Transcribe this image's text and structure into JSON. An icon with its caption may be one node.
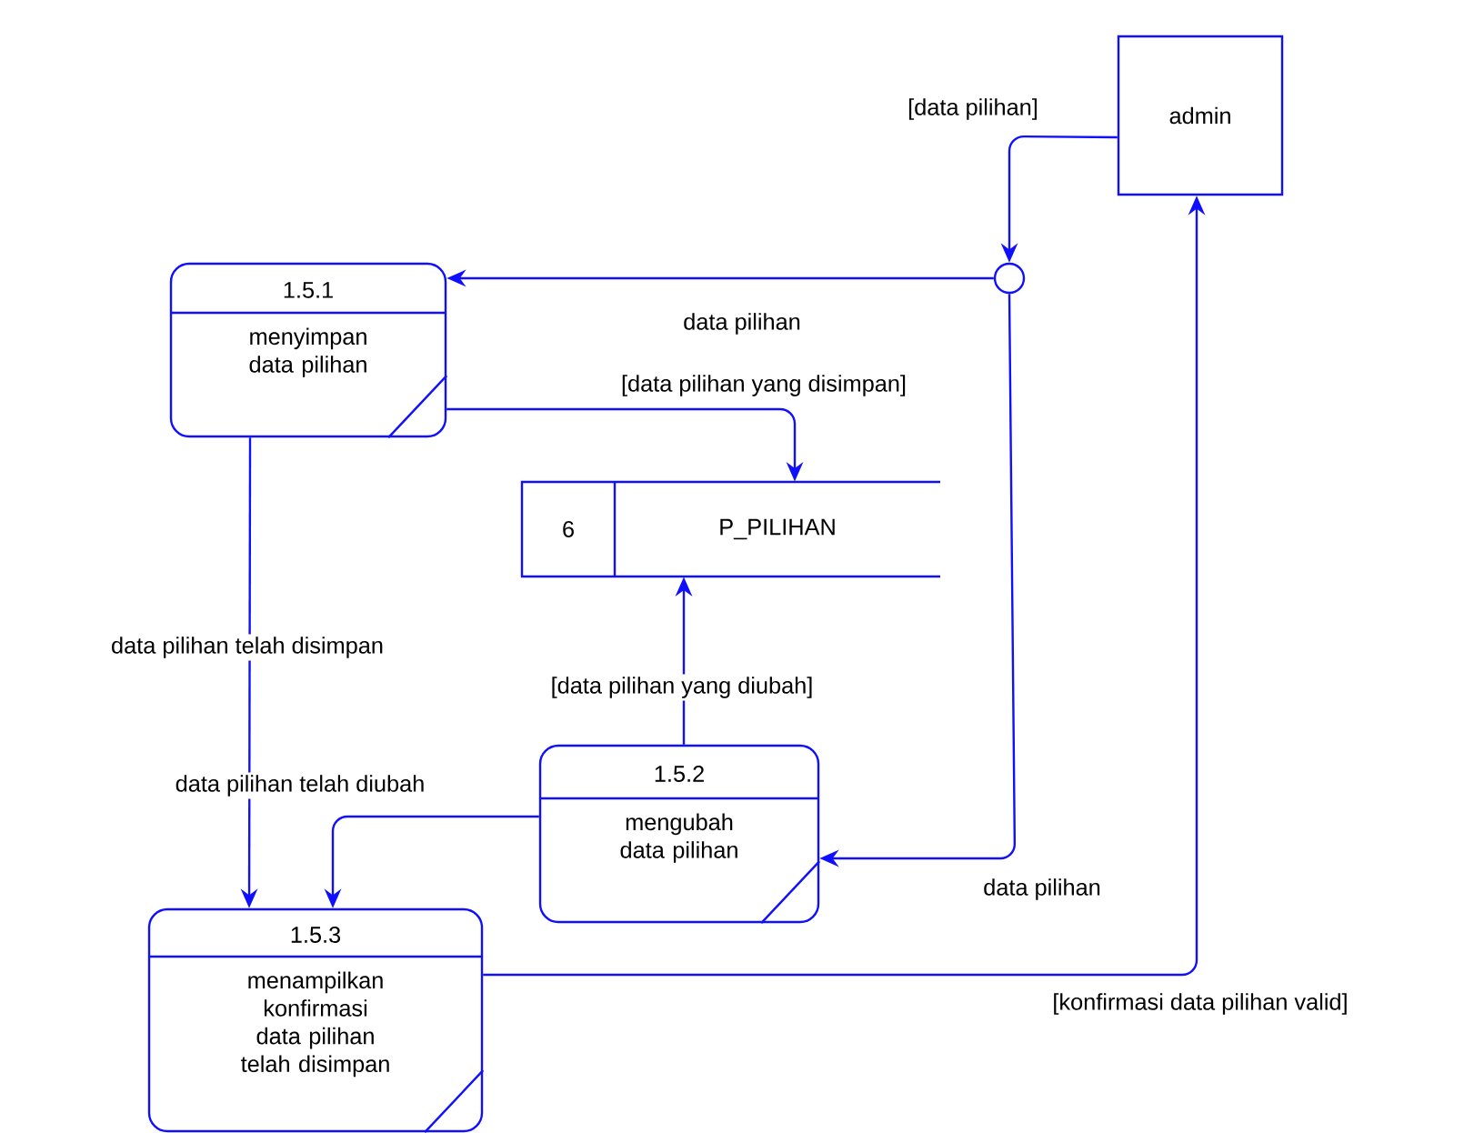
{
  "diagram": {
    "nodes": [
      {
        "text": [
          "admin"
        ]
      },
      {
        "text": [],
        "shape": "circle"
      },
      {
        "text": [
          "1.5.1",
          "menyimpan data pilihan"
        ]
      },
      {
        "text": [
          "6",
          "P_PILIHAN"
        ]
      },
      {
        "text": [
          "1.5.2",
          "mengubah data pilihan"
        ]
      },
      {
        "text": [
          "1.5.3",
          "menampilkan konfirmasi data pilihan telah disimpan"
        ]
      }
    ],
    "edges": [
      {
        "from": 0,
        "to": 1,
        "arrow": "to",
        "label": "[data pilihan]"
      },
      {
        "from": 1,
        "to": 2,
        "arrow": "to",
        "label": "data pilihan"
      },
      {
        "from": 1,
        "to": 4,
        "arrow": "to",
        "label": "data pilihan"
      },
      {
        "from": 2,
        "to": 3,
        "arrow": "to",
        "label": "[data pilihan yang disimpan]"
      },
      {
        "from": 2,
        "to": 5,
        "arrow": "to",
        "label": "data pilihan telah disimpan"
      },
      {
        "from": 4,
        "to": 3,
        "arrow": "to",
        "label": "[data pilihan yang diubah]"
      },
      {
        "from": 4,
        "to": 5,
        "arrow": "to",
        "label": "data pilihan telah diubah"
      },
      {
        "from": 5,
        "to": 0,
        "arrow": "to",
        "label": "[konfirmasi data pilihan valid]"
      }
    ]
  }
}
